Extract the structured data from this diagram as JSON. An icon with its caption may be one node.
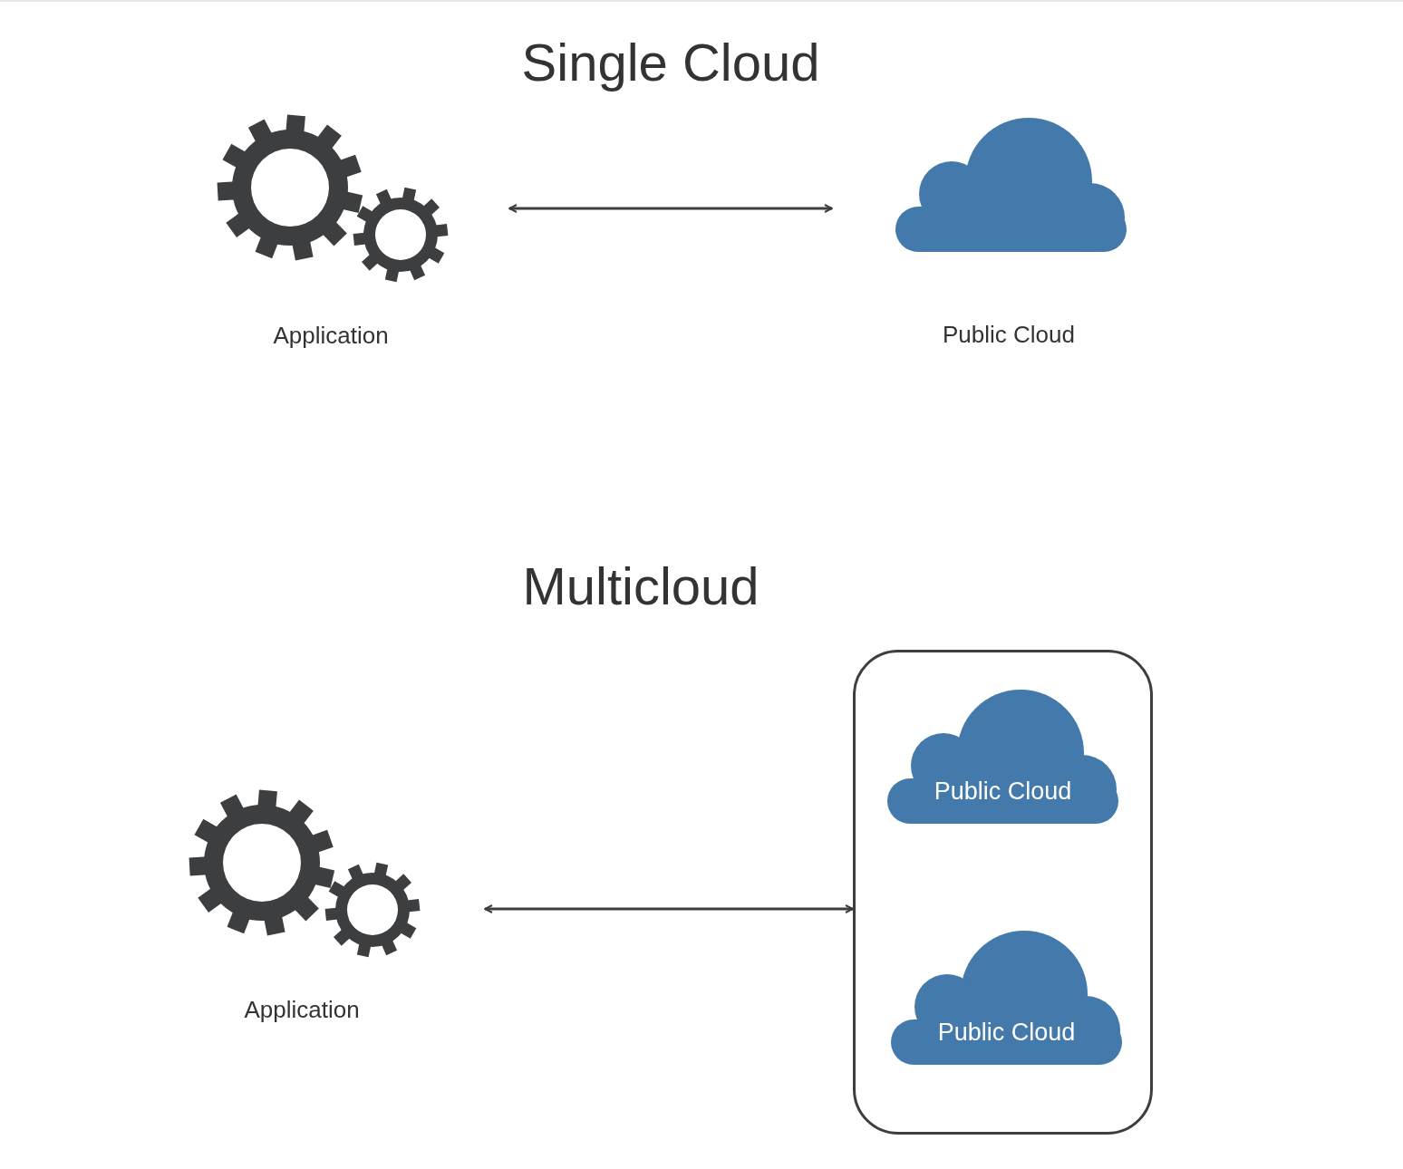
{
  "diagram": {
    "nodes": [
      {
        "text": [
          "Application"
        ]
      },
      {
        "text": [
          "Public Cloud"
        ]
      },
      {
        "text": [
          "Application"
        ]
      },
      {
        "text": [],
        "shape": "box"
      },
      {
        "text": [
          "Public Cloud"
        ],
        "in": 3
      },
      {
        "text": [
          "Public Cloud"
        ],
        "in": 3
      }
    ],
    "edges": [
      {
        "from": 0,
        "to": 1,
        "arrow": "both"
      },
      {
        "from": 2,
        "to": 3,
        "arrow": "both"
      }
    ],
    "labels": [
      "Single Cloud",
      "Multicloud"
    ]
  }
}
